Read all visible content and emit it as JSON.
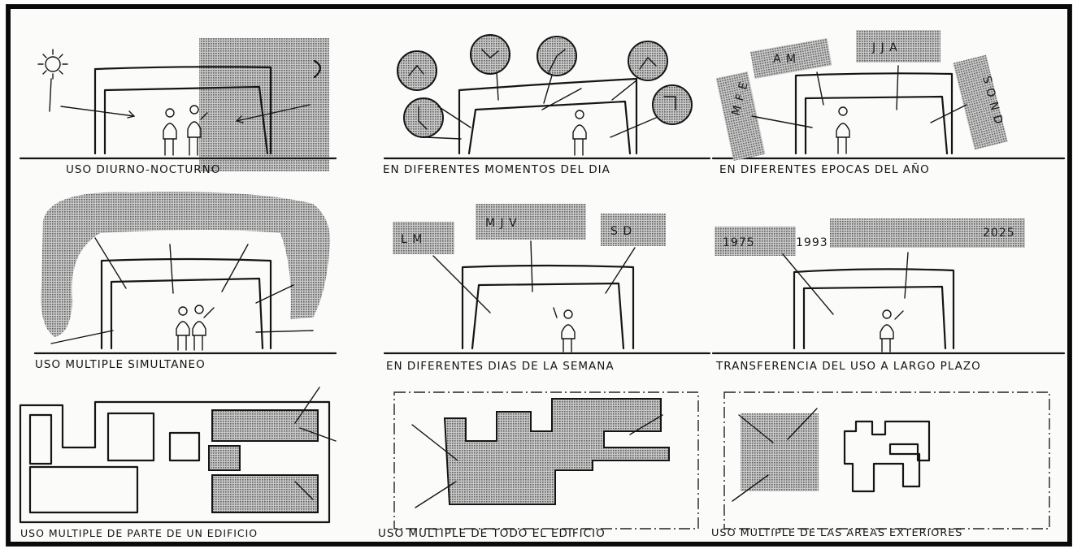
{
  "captions": [
    "USO DIURNO-NOCTURNO",
    "EN DIFERENTES MOMENTOS DEL DIA",
    "EN DIFERENTES EPOCAS DEL AÑO",
    "USO MULTIPLE SIMULTANEO",
    "EN DIFERENTES DIAS DE LA SEMANA",
    "TRANSFERENCIA DEL USO A LARGO PLAZO",
    "USO MULTIPLE DE PARTE DE UN EDIFICIO",
    "USO MULTIPLE DE TODO EL EDIFICIO",
    "USO MULTIPLE DE LAS AREAS EXTERIORES"
  ],
  "seasons": {
    "left": "M F E",
    "top_a": "A M",
    "top_b": "J J A",
    "right": "S O N D"
  },
  "weekdays": {
    "group1": "L   M",
    "group2": "M   J   V",
    "group3": "S   D"
  },
  "years": {
    "y1": "1975",
    "y2": "1993",
    "y3": "2025"
  },
  "colors": {
    "ink": "#151515",
    "paper": "#fbfbf9",
    "shade": "#9a9a9a",
    "frame": "#0a0a0a"
  }
}
